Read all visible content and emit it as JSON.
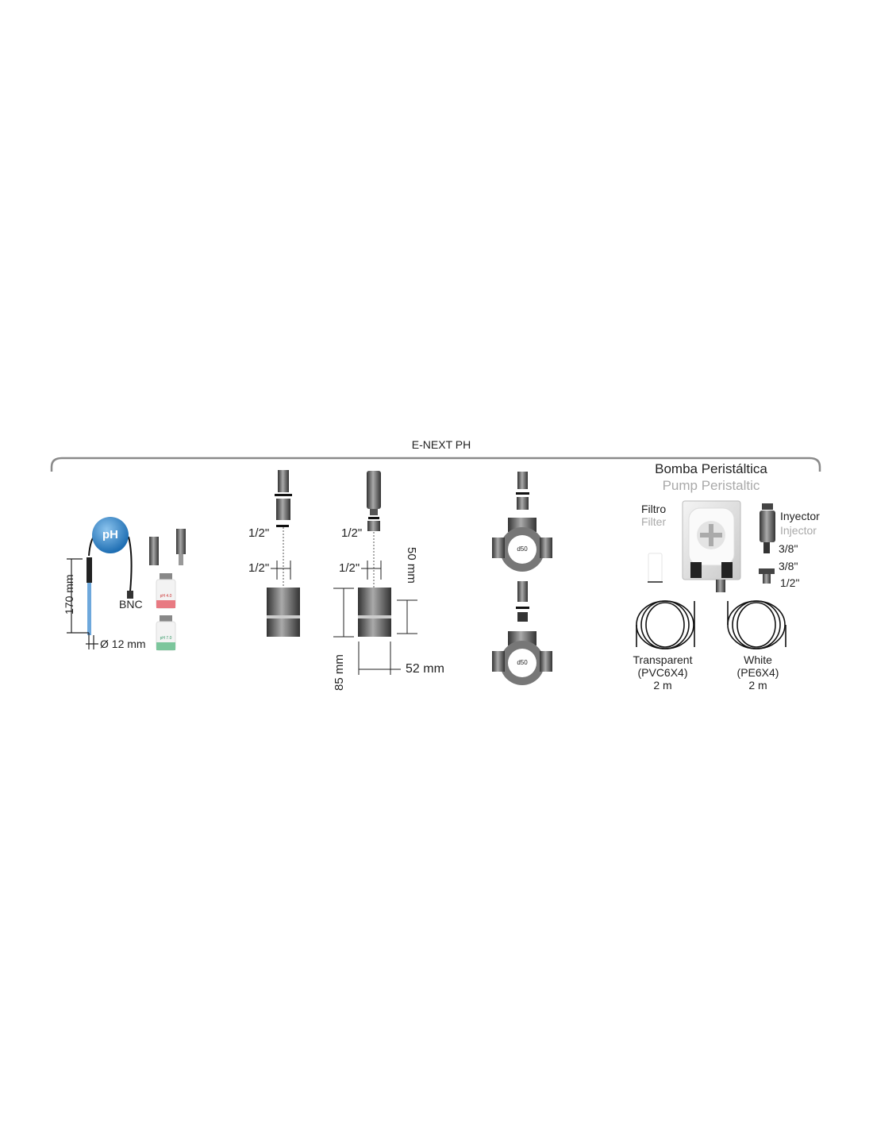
{
  "title": "E-NEXT PH",
  "probe": {
    "badge": "pH",
    "length": "170 mm",
    "diameter": "Ø 12 mm",
    "connector": "BNC",
    "buffers": [
      "pH 4.0",
      "pH 7.0"
    ]
  },
  "holder_a": {
    "top_thread": "1/2\"",
    "bottom_thread": "1/2\""
  },
  "holder_b": {
    "top_thread": "1/2\"",
    "bottom_thread": "1/2\"",
    "height_inner": "50 mm",
    "height_total": "85 mm",
    "width": "52 mm"
  },
  "saddles": [
    "d50",
    "d50"
  ],
  "pump": {
    "title_es": "Bomba Peristáltica",
    "title_en": "Pump Peristaltic",
    "filter_es": "Filtro",
    "filter_en": "Filter",
    "injector_es": "Inyector",
    "injector_en": "Injector",
    "injector_thread": "3/8\"",
    "adapter_thread_top": "3/8\"",
    "adapter_thread_bottom": "1/2\"",
    "tubes": [
      {
        "name": "Transparent",
        "spec": "(PVC6X4)",
        "length": "2 m"
      },
      {
        "name": "White",
        "spec": "(PE6X4)",
        "length": "2 m"
      }
    ]
  },
  "colors": {
    "ph_badge": "#2f7fc0",
    "bracket": "#8a8a8a",
    "buffer4": "#d9434f",
    "buffer7": "#3aa36a"
  }
}
